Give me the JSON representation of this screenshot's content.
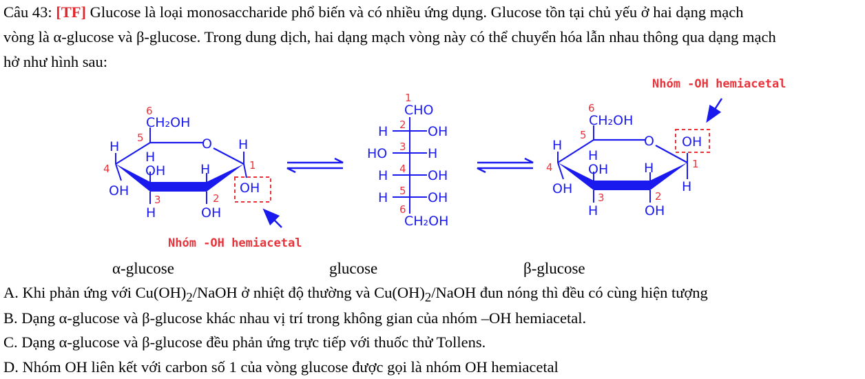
{
  "question": {
    "number": "Câu 43:",
    "tag": "[TF]",
    "lines": [
      "Glucose là loại monosaccharide phổ biến và có nhiều ứng dụng. Glucose tồn tại chủ yếu ở hai dạng mạch",
      "vòng là α-glucose và β-glucose. Trong dung dịch, hai dạng mạch vòng này có thể chuyển hóa lẫn nhau thông qua dạng mạch",
      "hở như hình sau:"
    ]
  },
  "colors": {
    "structure": "#1a1aee",
    "numbering": "#e8333b",
    "annotation": "#e8333b",
    "tag": "#e0292e"
  },
  "diagram": {
    "annotation": "Nhóm -OH hemiacetal",
    "captions": {
      "alpha": "α-glucose",
      "open": "glucose",
      "beta": "β-glucose"
    },
    "alpha_ring": {
      "ch2oh": "CH₂OH",
      "o": "O",
      "h": "H",
      "oh": "OH",
      "nums": [
        "1",
        "2",
        "3",
        "4",
        "5",
        "6"
      ]
    },
    "open_chain": {
      "cho": "CHO",
      "ch2oh": "CH₂OH",
      "h": "H",
      "oh": "OH",
      "ho": "HO",
      "nums": [
        "1",
        "2",
        "3",
        "4",
        "5",
        "6"
      ]
    },
    "beta_ring": {
      "ch2oh": "CH₂OH",
      "o": "O",
      "h": "H",
      "oh": "OH",
      "nums": [
        "1",
        "2",
        "3",
        "4",
        "5",
        "6"
      ]
    }
  },
  "options": [
    {
      "prefix": "A. Khi phản ứng với Cu(OH)",
      "sub1": "2",
      "mid": "/NaOH ở nhiệt độ thường và Cu(OH)",
      "sub2": "2",
      "suffix": "/NaOH đun nóng thì đều có cùng hiện tượng"
    },
    {
      "text": "B. Dạng α-glucose và β-glucose khác nhau vị trí trong không gian của nhóm –OH hemiacetal."
    },
    {
      "text": "C. Dạng α-glucose và β-glucose đều phản ứng trực tiếp với thuốc thử Tollens."
    },
    {
      "text": "D. Nhóm OH liên kết với carbon số 1 của vòng glucose được gọi là nhóm OH hemiacetal"
    }
  ]
}
